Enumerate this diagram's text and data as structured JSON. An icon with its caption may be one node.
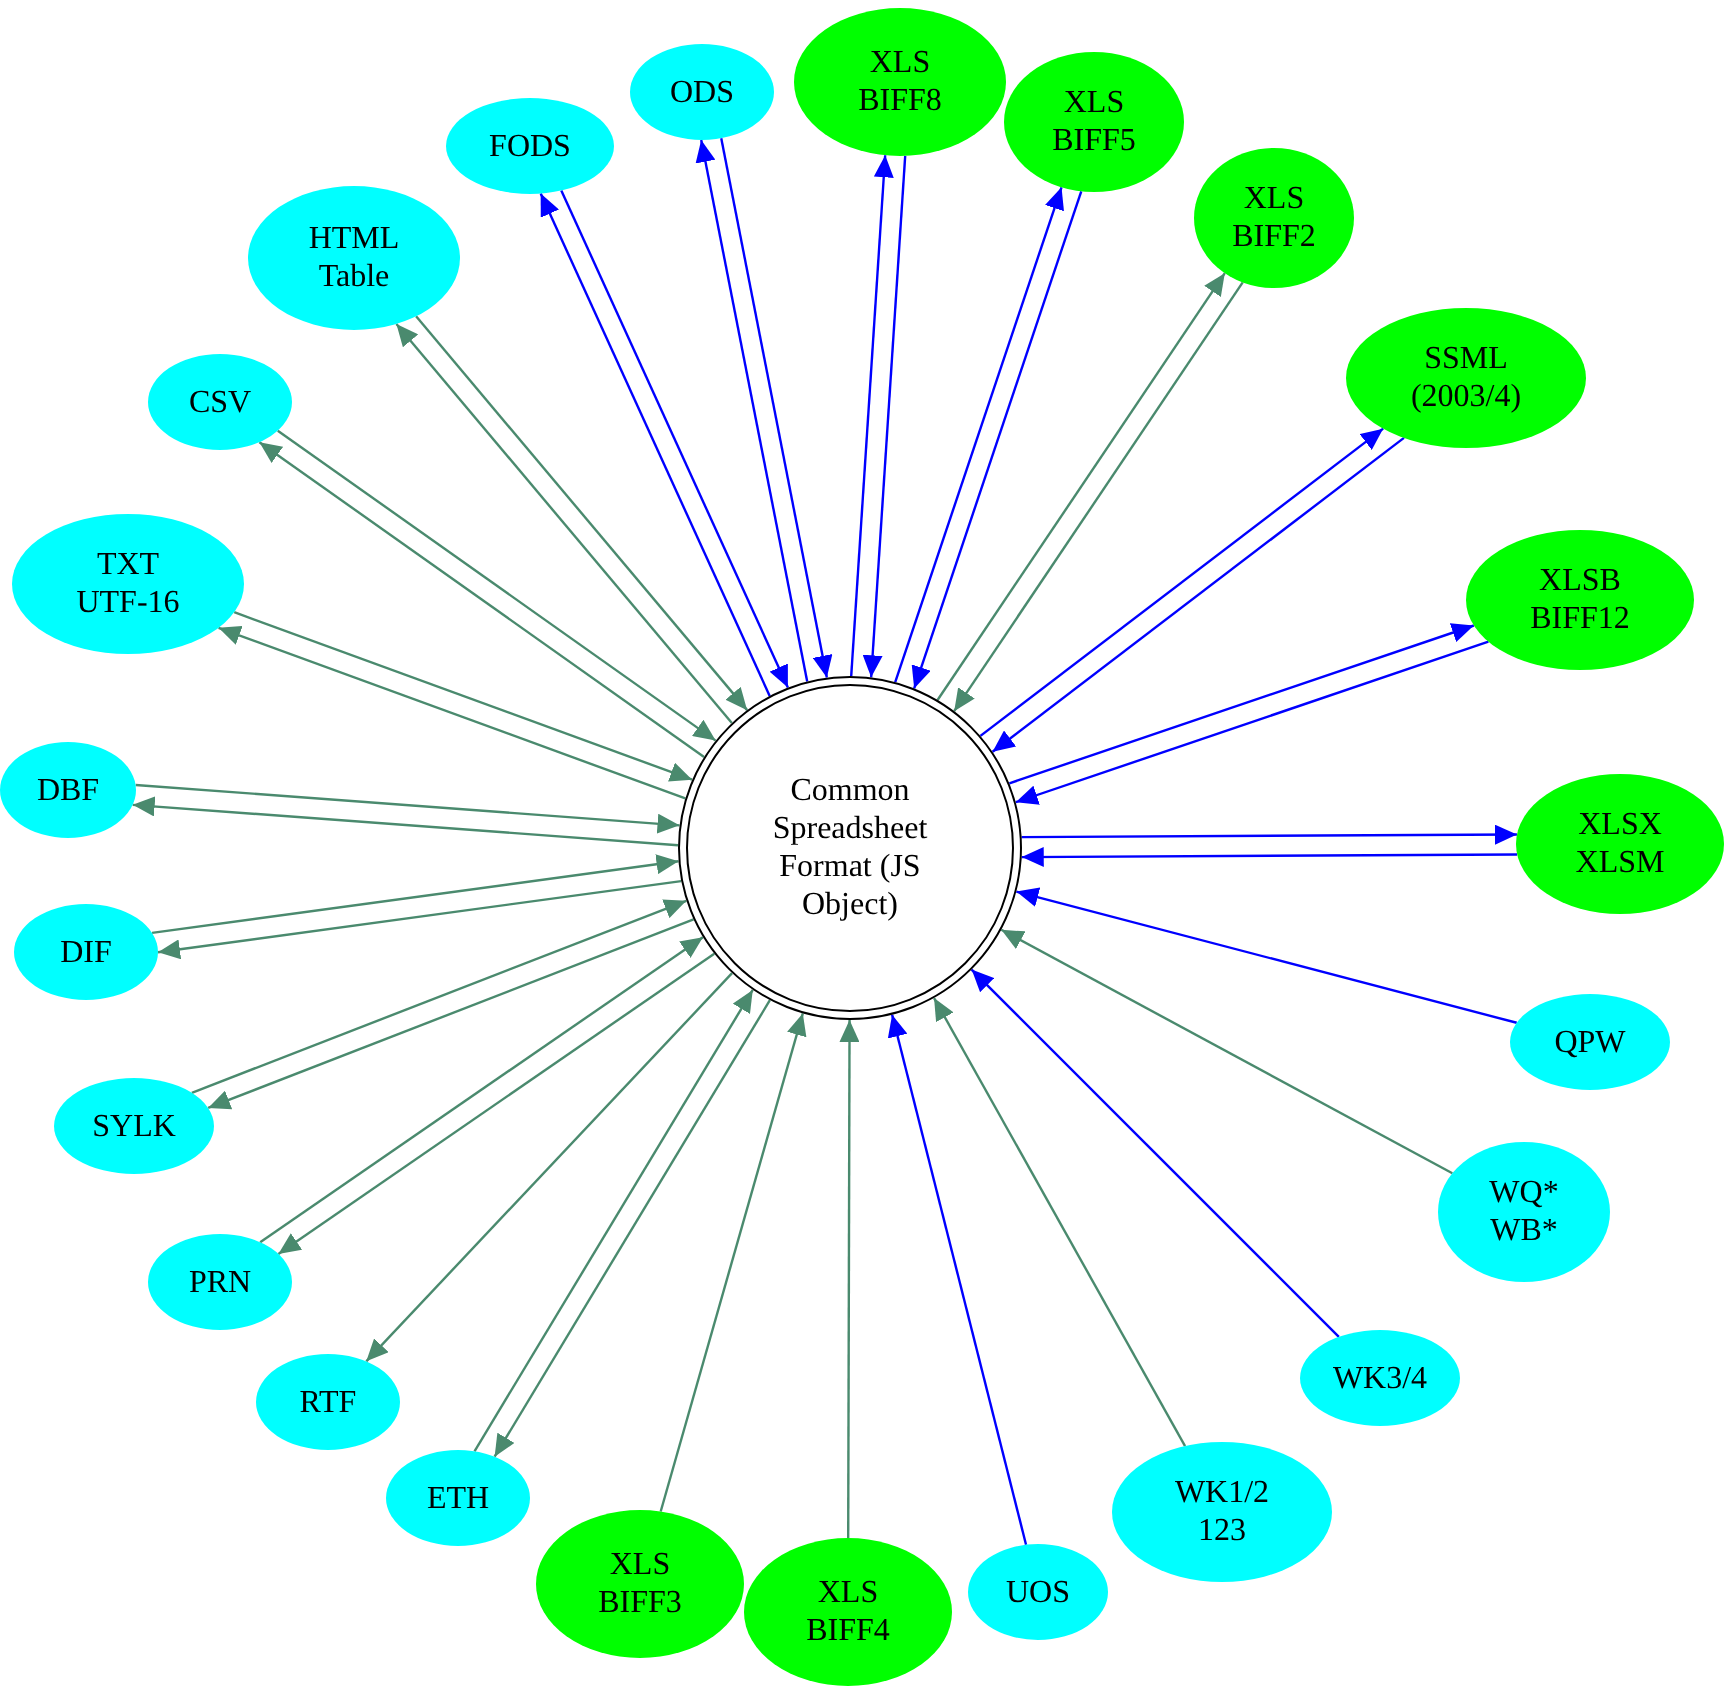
{
  "diagram": {
    "nodes": [
      {
        "text": [
          "Common Spreadsheet Format (JS Object)"
        ]
      },
      {
        "text": [
          "ODS"
        ]
      },
      {
        "text": [
          "XLS BIFF8"
        ]
      },
      {
        "text": [
          "XLS BIFF5"
        ]
      },
      {
        "text": [
          "XLS BIFF2"
        ]
      },
      {
        "text": [
          "SSML (2003/4)"
        ]
      },
      {
        "text": [
          "XLSB BIFF12"
        ]
      },
      {
        "text": [
          "XLSX XLSM"
        ]
      },
      {
        "text": [
          "QPW"
        ]
      },
      {
        "text": [
          "WQ* WB*"
        ]
      },
      {
        "text": [
          "WK3/4"
        ]
      },
      {
        "text": [
          "WK1/2 123"
        ]
      },
      {
        "text": [
          "UOS"
        ]
      },
      {
        "text": [
          "XLS BIFF4"
        ]
      },
      {
        "text": [
          "XLS BIFF3"
        ]
      },
      {
        "text": [
          "ETH"
        ]
      },
      {
        "text": [
          "RTF"
        ]
      },
      {
        "text": [
          "PRN"
        ]
      },
      {
        "text": [
          "SYLK"
        ]
      },
      {
        "text": [
          "DIF"
        ]
      },
      {
        "text": [
          "DBF"
        ]
      },
      {
        "text": [
          "TXT UTF-16"
        ]
      },
      {
        "text": [
          "CSV"
        ]
      },
      {
        "text": [
          "HTML Table"
        ]
      },
      {
        "text": [
          "FODS"
        ]
      }
    ],
    "edges": [
      {
        "from": 0,
        "to": 1,
        "arrow": "to",
        "color": "#0000ff"
      },
      {
        "from": 1,
        "to": 0,
        "arrow": "to",
        "color": "#0000ff"
      },
      {
        "from": 0,
        "to": 2,
        "arrow": "to",
        "color": "#0000ff"
      },
      {
        "from": 2,
        "to": 0,
        "arrow": "to",
        "color": "#0000ff"
      },
      {
        "from": 0,
        "to": 3,
        "arrow": "to",
        "color": "#0000ff"
      },
      {
        "from": 3,
        "to": 0,
        "arrow": "to",
        "color": "#0000ff"
      },
      {
        "from": 0,
        "to": 4,
        "arrow": "to"
      },
      {
        "from": 4,
        "to": 0,
        "arrow": "to"
      },
      {
        "from": 0,
        "to": 5,
        "arrow": "to",
        "color": "#0000ff"
      },
      {
        "from": 5,
        "to": 0,
        "arrow": "to",
        "color": "#0000ff"
      },
      {
        "from": 0,
        "to": 6,
        "arrow": "to",
        "color": "#0000ff"
      },
      {
        "from": 6,
        "to": 0,
        "arrow": "to",
        "color": "#0000ff"
      },
      {
        "from": 0,
        "to": 7,
        "arrow": "to",
        "color": "#0000ff"
      },
      {
        "from": 7,
        "to": 0,
        "arrow": "to",
        "color": "#0000ff"
      },
      {
        "from": 8,
        "to": 0,
        "arrow": "to",
        "color": "#0000ff"
      },
      {
        "from": 9,
        "to": 0,
        "arrow": "to"
      },
      {
        "from": 10,
        "to": 0,
        "arrow": "to",
        "color": "#0000ff"
      },
      {
        "from": 11,
        "to": 0,
        "arrow": "to"
      },
      {
        "from": 12,
        "to": 0,
        "arrow": "to",
        "color": "#0000ff"
      },
      {
        "from": 13,
        "to": 0,
        "arrow": "to"
      },
      {
        "from": 14,
        "to": 0,
        "arrow": "to"
      },
      {
        "from": 0,
        "to": 15,
        "arrow": "to"
      },
      {
        "from": 15,
        "to": 0,
        "arrow": "to"
      },
      {
        "from": 0,
        "to": 16,
        "arrow": "to"
      },
      {
        "from": 0,
        "to": 17,
        "arrow": "to"
      },
      {
        "from": 17,
        "to": 0,
        "arrow": "to"
      },
      {
        "from": 0,
        "to": 18,
        "arrow": "to"
      },
      {
        "from": 18,
        "to": 0,
        "arrow": "to"
      },
      {
        "from": 0,
        "to": 19,
        "arrow": "to"
      },
      {
        "from": 19,
        "to": 0,
        "arrow": "to"
      },
      {
        "from": 0,
        "to": 20,
        "arrow": "to"
      },
      {
        "from": 20,
        "to": 0,
        "arrow": "to"
      },
      {
        "from": 0,
        "to": 21,
        "arrow": "to"
      },
      {
        "from": 21,
        "to": 0,
        "arrow": "to"
      },
      {
        "from": 0,
        "to": 22,
        "arrow": "to"
      },
      {
        "from": 22,
        "to": 0,
        "arrow": "to"
      },
      {
        "from": 0,
        "to": 23,
        "arrow": "to"
      },
      {
        "from": 23,
        "to": 0,
        "arrow": "to"
      },
      {
        "from": 0,
        "to": 24,
        "arrow": "to",
        "color": "#0000ff"
      },
      {
        "from": 24,
        "to": 0,
        "arrow": "to",
        "color": "#0000ff"
      }
    ]
  }
}
